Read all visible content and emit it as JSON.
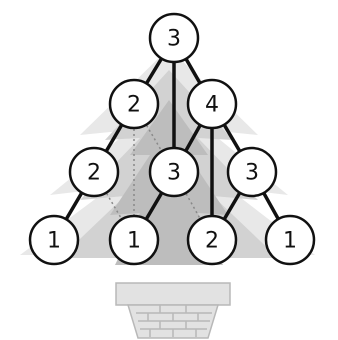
{
  "diagram": {
    "nodes": [
      {
        "id": "r0c0",
        "label": "3"
      },
      {
        "id": "r1c0",
        "label": "2"
      },
      {
        "id": "r1c1",
        "label": "4"
      },
      {
        "id": "r2c0",
        "label": "2"
      },
      {
        "id": "r2c1",
        "label": "3"
      },
      {
        "id": "r2c2",
        "label": "3"
      },
      {
        "id": "r3c0",
        "label": "1"
      },
      {
        "id": "r3c1",
        "label": "1"
      },
      {
        "id": "r3c2",
        "label": "2"
      },
      {
        "id": "r3c3",
        "label": "1"
      }
    ],
    "edges_solid": [
      [
        "r0c0",
        "r1c0"
      ],
      [
        "r0c0",
        "r1c1"
      ],
      [
        "r0c0",
        "r2c1"
      ],
      [
        "r1c0",
        "r2c0"
      ],
      [
        "r1c1",
        "r2c1"
      ],
      [
        "r1c1",
        "r2c2"
      ],
      [
        "r1c1",
        "r3c2"
      ],
      [
        "r2c0",
        "r3c0"
      ],
      [
        "r2c1",
        "r3c1"
      ],
      [
        "r2c2",
        "r3c2"
      ],
      [
        "r2c2",
        "r3c3"
      ]
    ],
    "edges_dotted": [
      [
        "r1c0",
        "r2c1"
      ],
      [
        "r1c0",
        "r3c1"
      ],
      [
        "r2c0",
        "r3c1"
      ],
      [
        "r2c1",
        "r3c2"
      ]
    ]
  },
  "colors": {
    "tree_light": "#e8e8e8",
    "tree_mid": "#d2d2d2",
    "tree_dark": "#bdbdbd",
    "pot": "#e2e2e2",
    "brick_line": "#b8b8b8",
    "edge": "#111111",
    "dotted_edge": "#888888",
    "node_fill": "#ffffff",
    "node_stroke": "#111111"
  }
}
